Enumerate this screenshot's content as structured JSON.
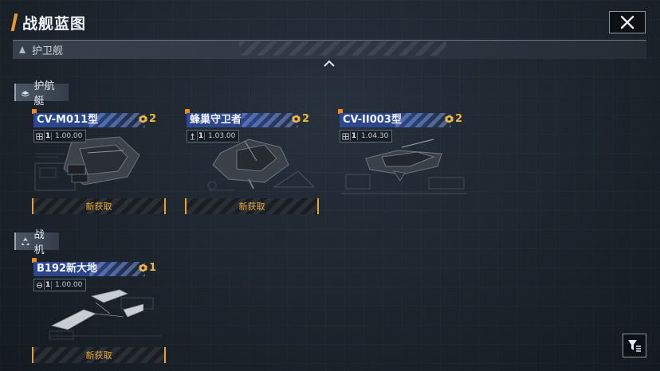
{
  "title": "战舰蓝图",
  "escort_section": {
    "label": "护卫舰"
  },
  "categories": [
    {
      "label": "护航艇"
    },
    {
      "label": "战机"
    }
  ],
  "ships": [
    {
      "name": "CV-M011型",
      "tier": "2",
      "level": "1",
      "value": "1.00.00",
      "acquire": "新获取"
    },
    {
      "name": "蜂巢守卫者",
      "tier": "2",
      "level": "1",
      "value": "1.03.00",
      "acquire": "新获取"
    },
    {
      "name": "CV-II003型",
      "tier": "2",
      "level": "1",
      "value": "1.04.30",
      "acquire": ""
    },
    {
      "name": "B192新大地",
      "tier": "1",
      "level": "1",
      "value": "1.00.00",
      "acquire": "新获取"
    }
  ],
  "colors": {
    "accent": "#e89a2c",
    "namebar": "#2e4a96",
    "tier": "#e8b94a"
  },
  "icons": {
    "close": "close-icon",
    "filter": "filter-icon",
    "collapse": "chevron-up-icon"
  }
}
